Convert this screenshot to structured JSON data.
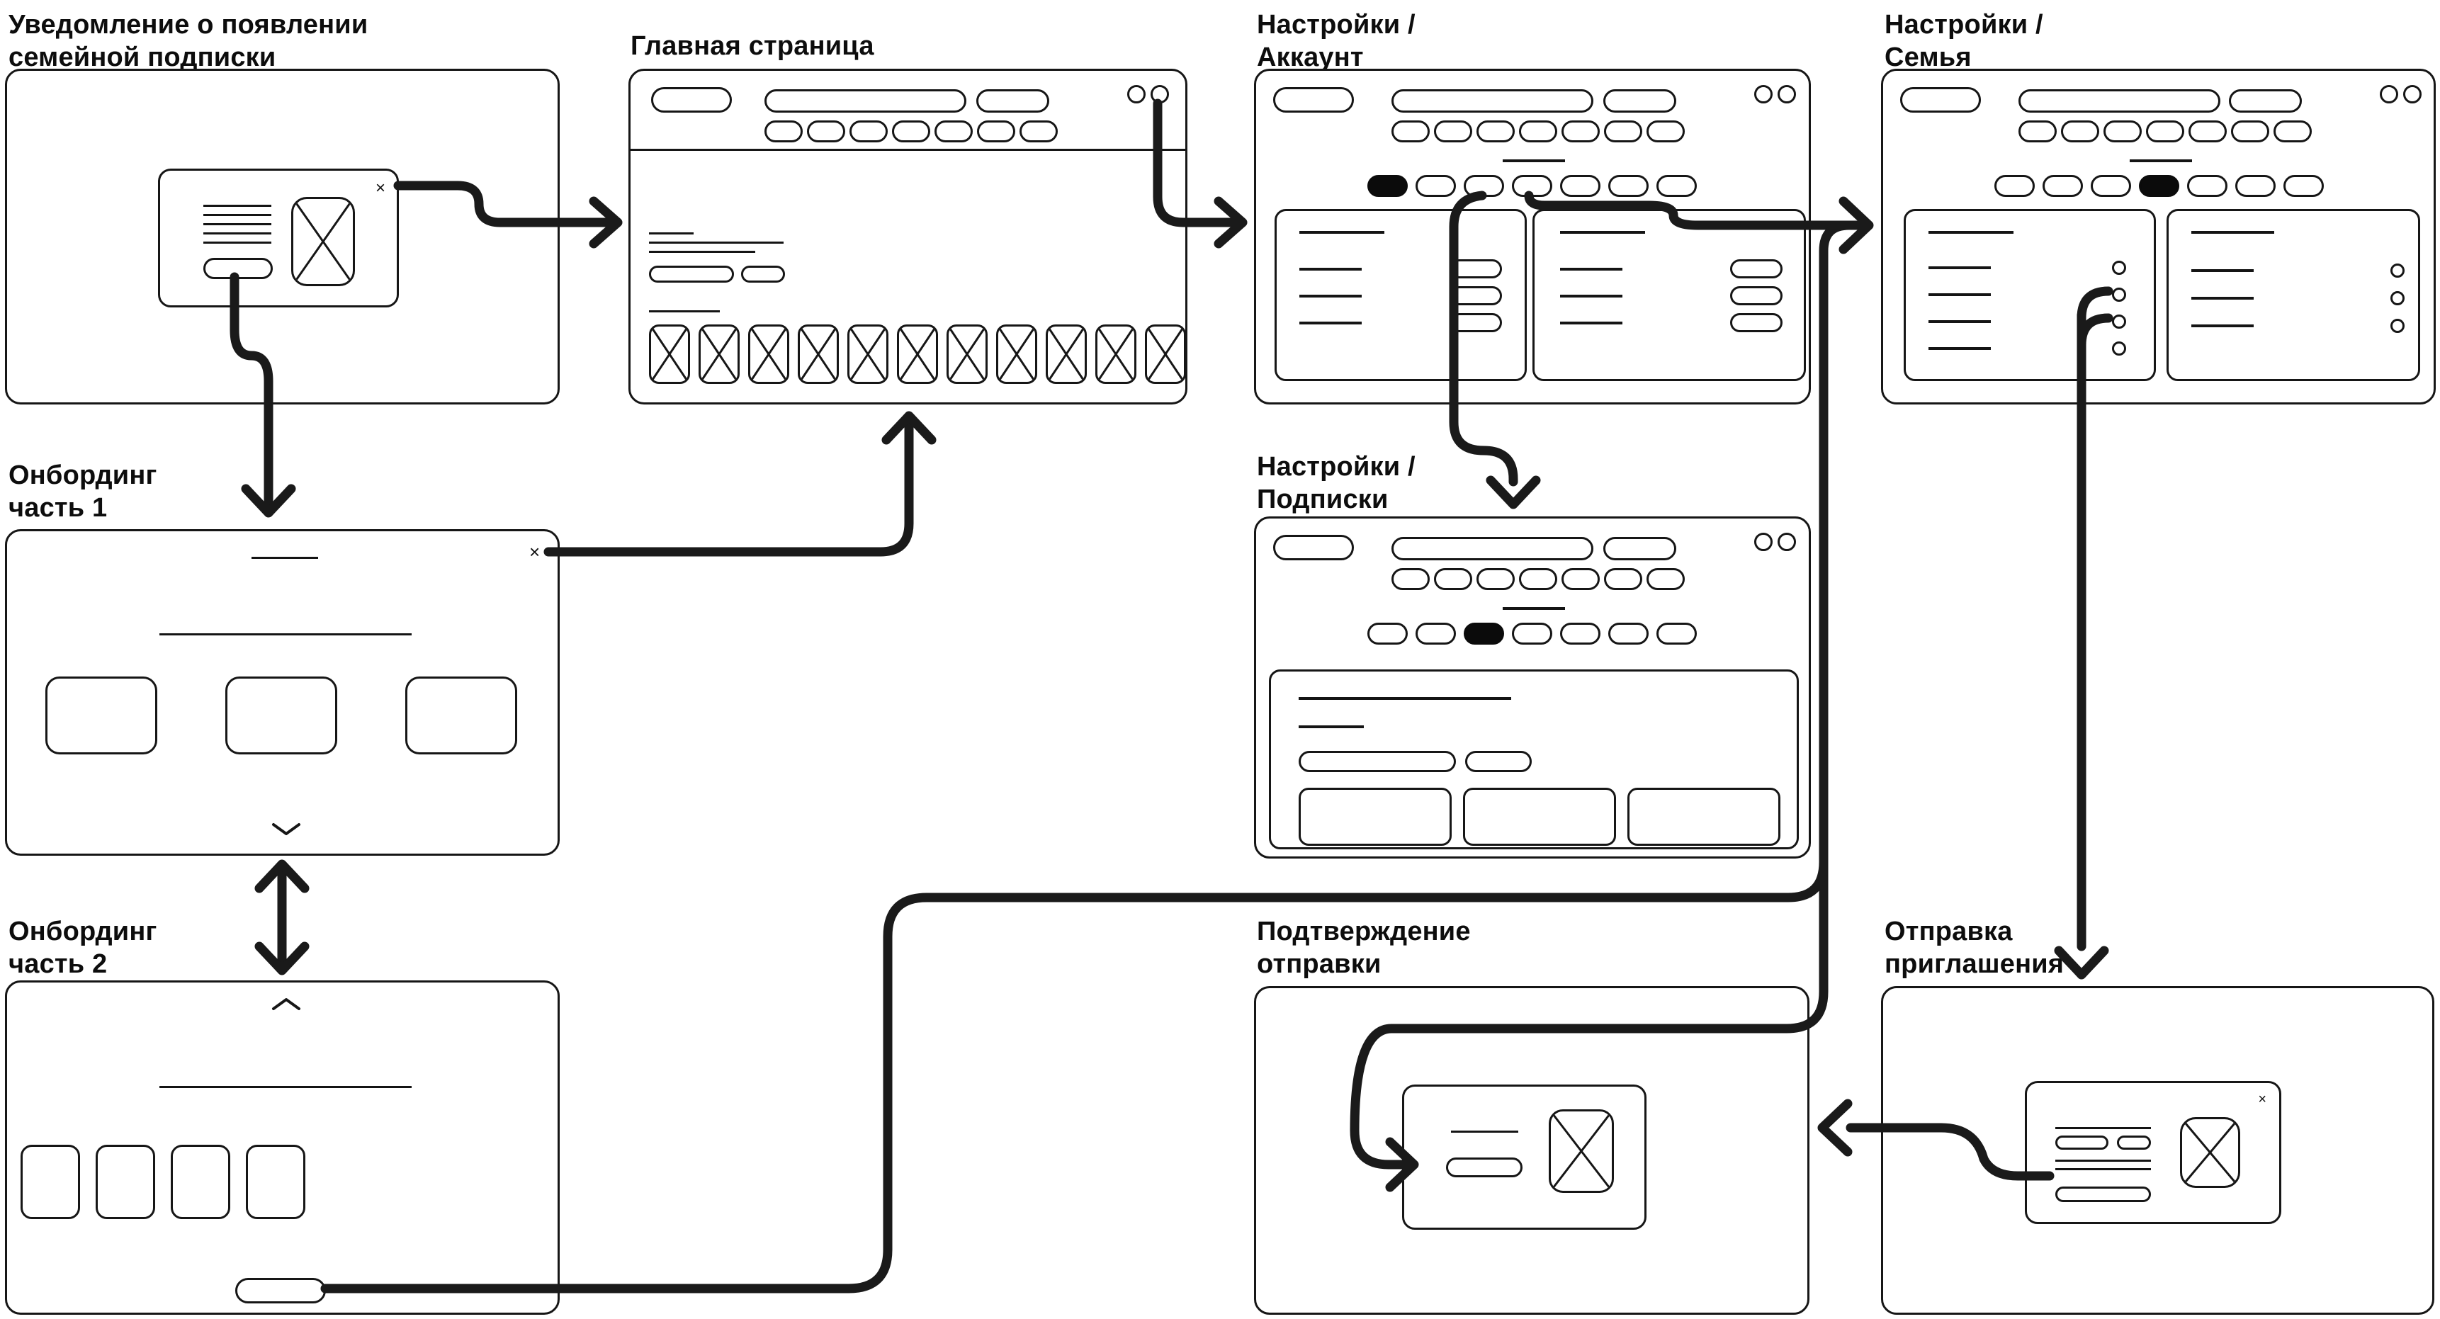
{
  "canvas": {
    "background": "#ffffff",
    "flow_color": "#1a1a1a",
    "wire_color": "#161616"
  },
  "labels": {
    "notification": {
      "lines": [
        "Уведомление о появлении",
        "семейной подписки"
      ]
    },
    "main": {
      "lines": [
        "Главная страница",
        ""
      ]
    },
    "account": {
      "lines": [
        "Настройки /",
        "Аккаунт"
      ]
    },
    "family": {
      "lines": [
        "Настройки /",
        "Семья"
      ]
    },
    "onboarding1": {
      "lines": [
        "Онбординг",
        "часть 1"
      ]
    },
    "subscriptions": {
      "lines": [
        "Настройки /",
        "Подписки"
      ]
    },
    "onboarding2": {
      "lines": [
        "Онбординг",
        "часть 2"
      ]
    },
    "confirmation": {
      "lines": [
        "Подтверждение",
        "отправки"
      ]
    },
    "invitation": {
      "lines": [
        "Отправка",
        "приглашения"
      ]
    }
  },
  "glyphs": {
    "close": "×"
  }
}
